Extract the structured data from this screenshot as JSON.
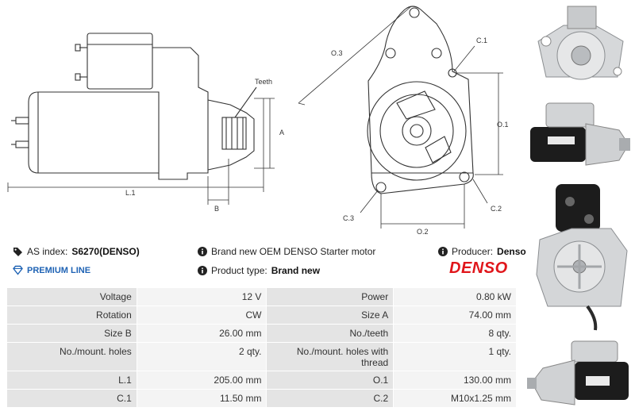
{
  "drawing": {
    "side_labels": {
      "teeth": "Teeth",
      "a": "A",
      "b": "B",
      "l1": "L.1"
    },
    "front_labels": {
      "o3": "O.3",
      "c1": "C.1",
      "o1": "O.1",
      "c3": "C.3",
      "c2": "C.2",
      "o2": "O.2"
    }
  },
  "info": {
    "as_index_label": "AS index:",
    "as_index_value": "S6270(DENSO)",
    "premium_label": "PREMIUM LINE",
    "description": "Brand new OEM DENSO Starter motor",
    "product_type_label": "Product type:",
    "product_type_value": "Brand new",
    "producer_label": "Producer:",
    "producer_value": "Denso",
    "logo_text": "DENSO"
  },
  "specs": [
    [
      "Voltage",
      "12 V",
      "Power",
      "0.80 kW"
    ],
    [
      "Rotation",
      "CW",
      "Size A",
      "74.00 mm"
    ],
    [
      "Size B",
      "26.00 mm",
      "No./teeth",
      "8 qty."
    ],
    [
      "No./mount. holes",
      "2 qty.",
      "No./mount. holes with thread",
      "1 qty."
    ],
    [
      "L.1",
      "205.00 mm",
      "O.1",
      "130.00 mm"
    ],
    [
      "C.1",
      "11.50 mm",
      "C.2",
      "M10x1.25 mm"
    ]
  ],
  "colors": {
    "brand_red": "#e0161b",
    "premium_blue": "#1f63b4",
    "label_cell": "#e4e4e4",
    "value_cell": "#f4f4f4"
  }
}
